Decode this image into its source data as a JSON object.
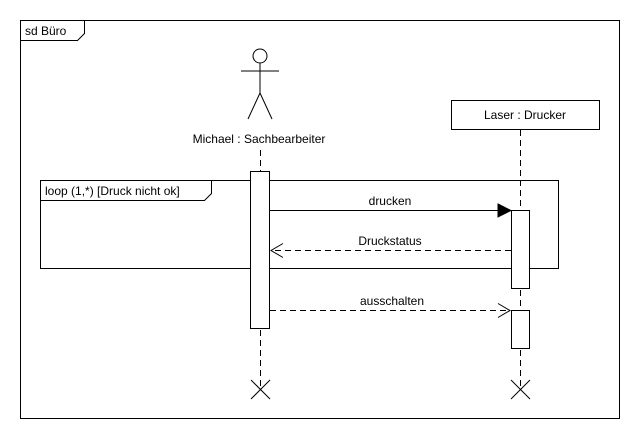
{
  "frame": {
    "title": "sd Büro"
  },
  "lifelines": [
    {
      "id": "michael",
      "label": "Michael : Sachbearbeiter",
      "kind": "actor"
    },
    {
      "id": "laser",
      "label": "Laser : Drucker",
      "kind": "object"
    }
  ],
  "fragment": {
    "operator": "loop",
    "guard": "loop (1,*) [Druck nicht ok]"
  },
  "messages": [
    {
      "from": "michael",
      "to": "laser",
      "label": "drucken",
      "type": "synchronous"
    },
    {
      "from": "laser",
      "to": "michael",
      "label": "Druckstatus",
      "type": "reply"
    },
    {
      "from": "michael",
      "to": "laser",
      "label": "ausschalten",
      "type": "asynchronous"
    }
  ]
}
